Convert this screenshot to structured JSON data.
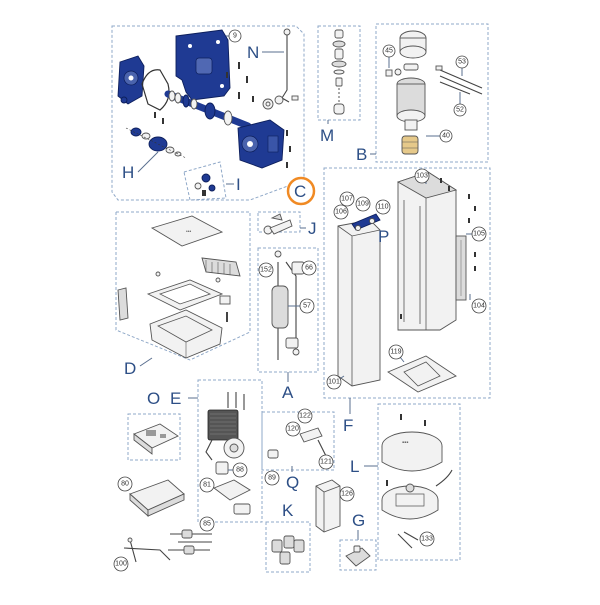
{
  "colors": {
    "group_border": "#8fa8c8",
    "group_letter": "#2d4f86",
    "highlight_ring": "#f08a24",
    "blue_parts": "#1f3a93"
  },
  "group_letters": {
    "A": "A",
    "B": "B",
    "C": "C",
    "D": "D",
    "E": "E",
    "F": "F",
    "G": "G",
    "H": "H",
    "I": "I",
    "J": "J",
    "K": "K",
    "L": "L",
    "M": "M",
    "N": "N",
    "O": "O",
    "P": "P",
    "Q": "Q"
  },
  "highlighted_group": "C",
  "part_numbers": {
    "n9": "9",
    "n45": "45",
    "n53": "53",
    "n52": "52",
    "n40": "40",
    "n103": "103",
    "n107": "107",
    "n109": "109",
    "n106": "106",
    "n110": "110",
    "n105": "105",
    "n104": "104",
    "n152": "152",
    "n66": "66",
    "n57": "57",
    "n119": "119",
    "n101": "101",
    "n122": "122",
    "n120": "120",
    "n121": "121",
    "n88": "88",
    "n89": "89",
    "n81": "81",
    "n80": "80",
    "n126": "126",
    "n85": "85",
    "n100": "100",
    "n133": "133"
  }
}
